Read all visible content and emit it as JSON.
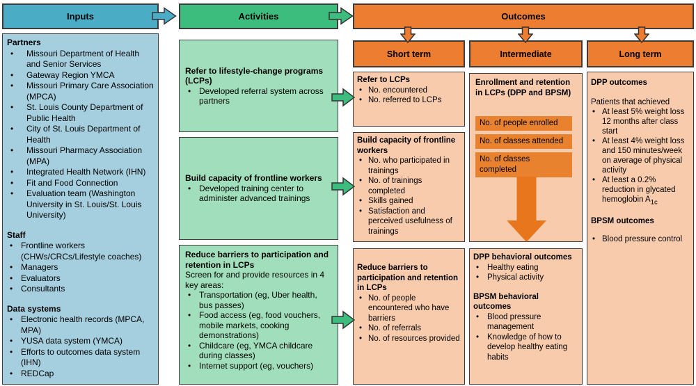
{
  "headers": {
    "inputs": "Inputs",
    "activities": "Activities",
    "outcomes": "Outcomes",
    "short_term": "Short term",
    "intermediate": "Intermediate",
    "long_term": "Long term"
  },
  "colors": {
    "teal_header": "#4BACC6",
    "light_blue_panel": "#A5CEDF",
    "green_header": "#3DBD7D",
    "light_green_panel": "#A1DEBB",
    "orange_header": "#ED7D31",
    "light_orange_panel": "#F8CBAD",
    "dark_orange_metric": "#E8822E",
    "big_arrow_orange": "#E8761C",
    "box_border": "#3C3C3C"
  },
  "inputs_panel": {
    "sections": [
      {
        "heading": "Partners",
        "style": "wide",
        "items": [
          "Missouri Department of Health and Senior Services",
          "Gateway Region YMCA",
          "Missouri Primary Care Association (MPCA)",
          "St. Louis County Department of Public Health",
          "City of St. Louis Department of Health",
          "Missouri Pharmacy Association (MPA)",
          "Integrated Health Network (IHN)",
          "Fit and Food Connection",
          "Evaluation team (Washington University in St. Louis/St. Louis University)"
        ]
      },
      {
        "heading": "Staff",
        "style": "narrow",
        "items": [
          "Frontline workers (CHWs/CRCs/Lifestyle coaches)",
          "Managers",
          "Evaluators",
          "Consultants"
        ]
      },
      {
        "heading": "Data systems",
        "style": "narrow",
        "items": [
          "Electronic health records (MPCA, MPA)",
          "YUSA data system (YMCA)",
          "Efforts to outcomes data system (IHN)",
          "REDCap"
        ]
      }
    ]
  },
  "activities_panel": {
    "boxes": [
      {
        "title": "Refer to lifestyle-change programs (LCPs)",
        "items": [
          "Developed referral system across partners"
        ]
      },
      {
        "title": "Build capacity of frontline workers",
        "items": [
          "Developed training center to administer advanced trainings"
        ]
      },
      {
        "title": "Reduce barriers to participation and retention in LCPs",
        "subtitle": "Screen for and provide resources in 4 key areas:",
        "items": [
          "Transportation (eg, Uber health, bus passes)",
          "Food access (eg, food vouchers, mobile markets, cooking demonstrations)",
          "Childcare (eg, YMCA childcare during classes)",
          "Internet support (eg, vouchers)"
        ]
      }
    ]
  },
  "short_term_panel": {
    "boxes": [
      {
        "title": "Refer to LCPs",
        "items": [
          "No. encountered",
          "No. referred to LCPs"
        ]
      },
      {
        "title": "Build capacity of frontline workers",
        "items": [
          "No. who participated in trainings",
          "No. of trainings completed",
          "Skills gained",
          "Satisfaction and perceived usefulness of trainings"
        ]
      },
      {
        "title": "Reduce barriers to participation and retention in LCPs",
        "items": [
          "No. of people encountered who have barriers",
          "No. of referrals",
          "No. of resources provided"
        ]
      }
    ]
  },
  "intermediate_panel": {
    "enrollment_box": {
      "title": "Enrollment and retention in LCPs (DPP and BPSM)",
      "metrics": [
        "No. of people enrolled",
        "No. of classes attended",
        "No. of classes completed"
      ]
    },
    "behavioral_box": {
      "sections": [
        {
          "heading": "DPP behavioral outcomes",
          "style": "narrow",
          "items": [
            "Healthy eating",
            "Physical activity"
          ]
        },
        {
          "heading": "BPSM behavioral outcomes",
          "style": "narrow",
          "items": [
            "Blood pressure management",
            "Knowledge of how to develop healthy eating habits"
          ]
        }
      ]
    }
  },
  "long_term_panel": {
    "dpp_heading": "DPP outcomes",
    "dpp_intro": "Patients that achieved",
    "dpp_items": [
      "At least 5% weight loss 12 months after class start",
      "At least 4% weight loss and 150 minutes/week on average of physical activity",
      {
        "text": "At least a 0.2% reduction in glycated hemoglobin A",
        "sub": "1c"
      }
    ],
    "bpsm_heading": "BPSM outcomes",
    "bpsm_items": [
      "Blood pressure control"
    ]
  }
}
